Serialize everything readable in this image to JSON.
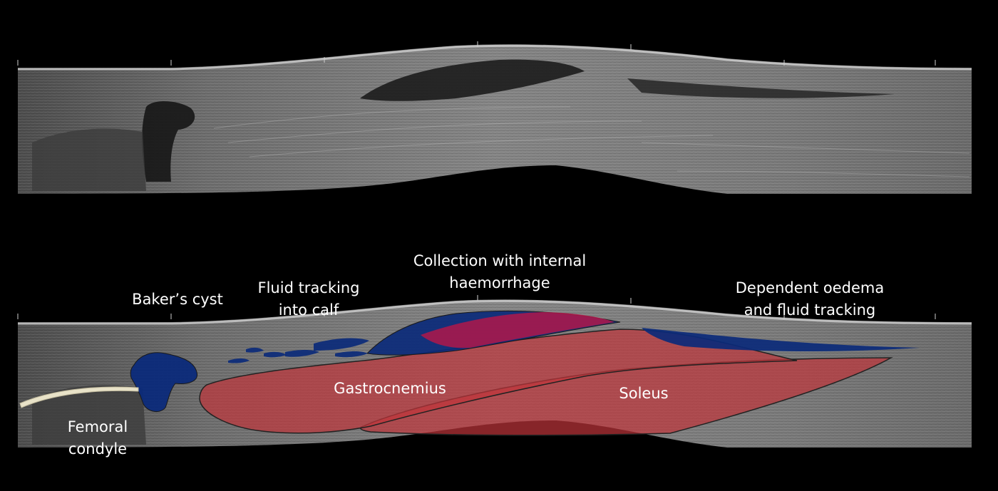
{
  "image": {
    "description_colors": {
      "background": "#000000",
      "fluid_overlay": "#0b2a7a",
      "muscle_overlay": "#c0343a",
      "haemorrhage_overlay": "#b0184a",
      "bone_overlay": "#e8e2c8",
      "label_text": "#ffffff"
    }
  },
  "labels": {
    "bakers_cyst": "Baker’s cyst",
    "fluid_tracking": [
      "Fluid tracking",
      "into calf"
    ],
    "collection": [
      "Collection with internal",
      "haemorrhage"
    ],
    "dependent_oedema": [
      "Dependent oedema",
      "and fluid tracking"
    ],
    "gastrocnemius": "Gastrocnemius",
    "soleus": "Soleus",
    "femoral_condyle": [
      "Femoral",
      "condyle"
    ]
  }
}
